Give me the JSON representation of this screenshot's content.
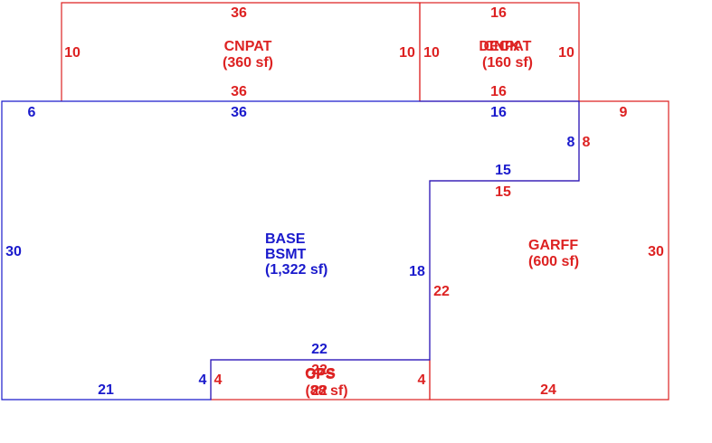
{
  "colors": {
    "blue": "#1a1acc",
    "red": "#dd2222",
    "background": "#ffffff"
  },
  "areas": {
    "cnpat": {
      "code": "CNPAT",
      "area": "(360 sf)"
    },
    "deck": {
      "code": "DECK",
      "area": "(160 sf)"
    },
    "cnpat_overlap": {
      "code": "CNPAT"
    },
    "base": {
      "code": "BASE",
      "sub": "BSMT",
      "area": "(1,322 sf)"
    },
    "garff": {
      "code": "GARFF",
      "area": "(600 sf)"
    },
    "ops": {
      "code": "OPS",
      "area": "(88 sf)"
    },
    "ops_overlap": {
      "code": "CPS"
    }
  },
  "dimensions": {
    "cnpat_top": "36",
    "cnpat_bottom": "36",
    "cnpat_left": "10",
    "cnpat_right": "10",
    "deck_top": "16",
    "deck_bottom": "16",
    "deck_left": "10",
    "deck_right": "10",
    "base_top_left": "6",
    "base_top_mid": "36",
    "base_top_right": "16",
    "base_right_upper": "8",
    "base_step": "15",
    "base_right_lower": "18",
    "base_left": "30",
    "base_bottom_left": "21",
    "base_notch_left": "4",
    "base_notch_top": "22",
    "garff_top": "9",
    "garff_left_upper": "8",
    "garff_step": "15",
    "garff_left_lower": "22",
    "garff_right": "30",
    "garff_bottom": "24",
    "ops_top_a": "22",
    "ops_top_b": "22",
    "ops_left": "4",
    "ops_right": "4"
  }
}
